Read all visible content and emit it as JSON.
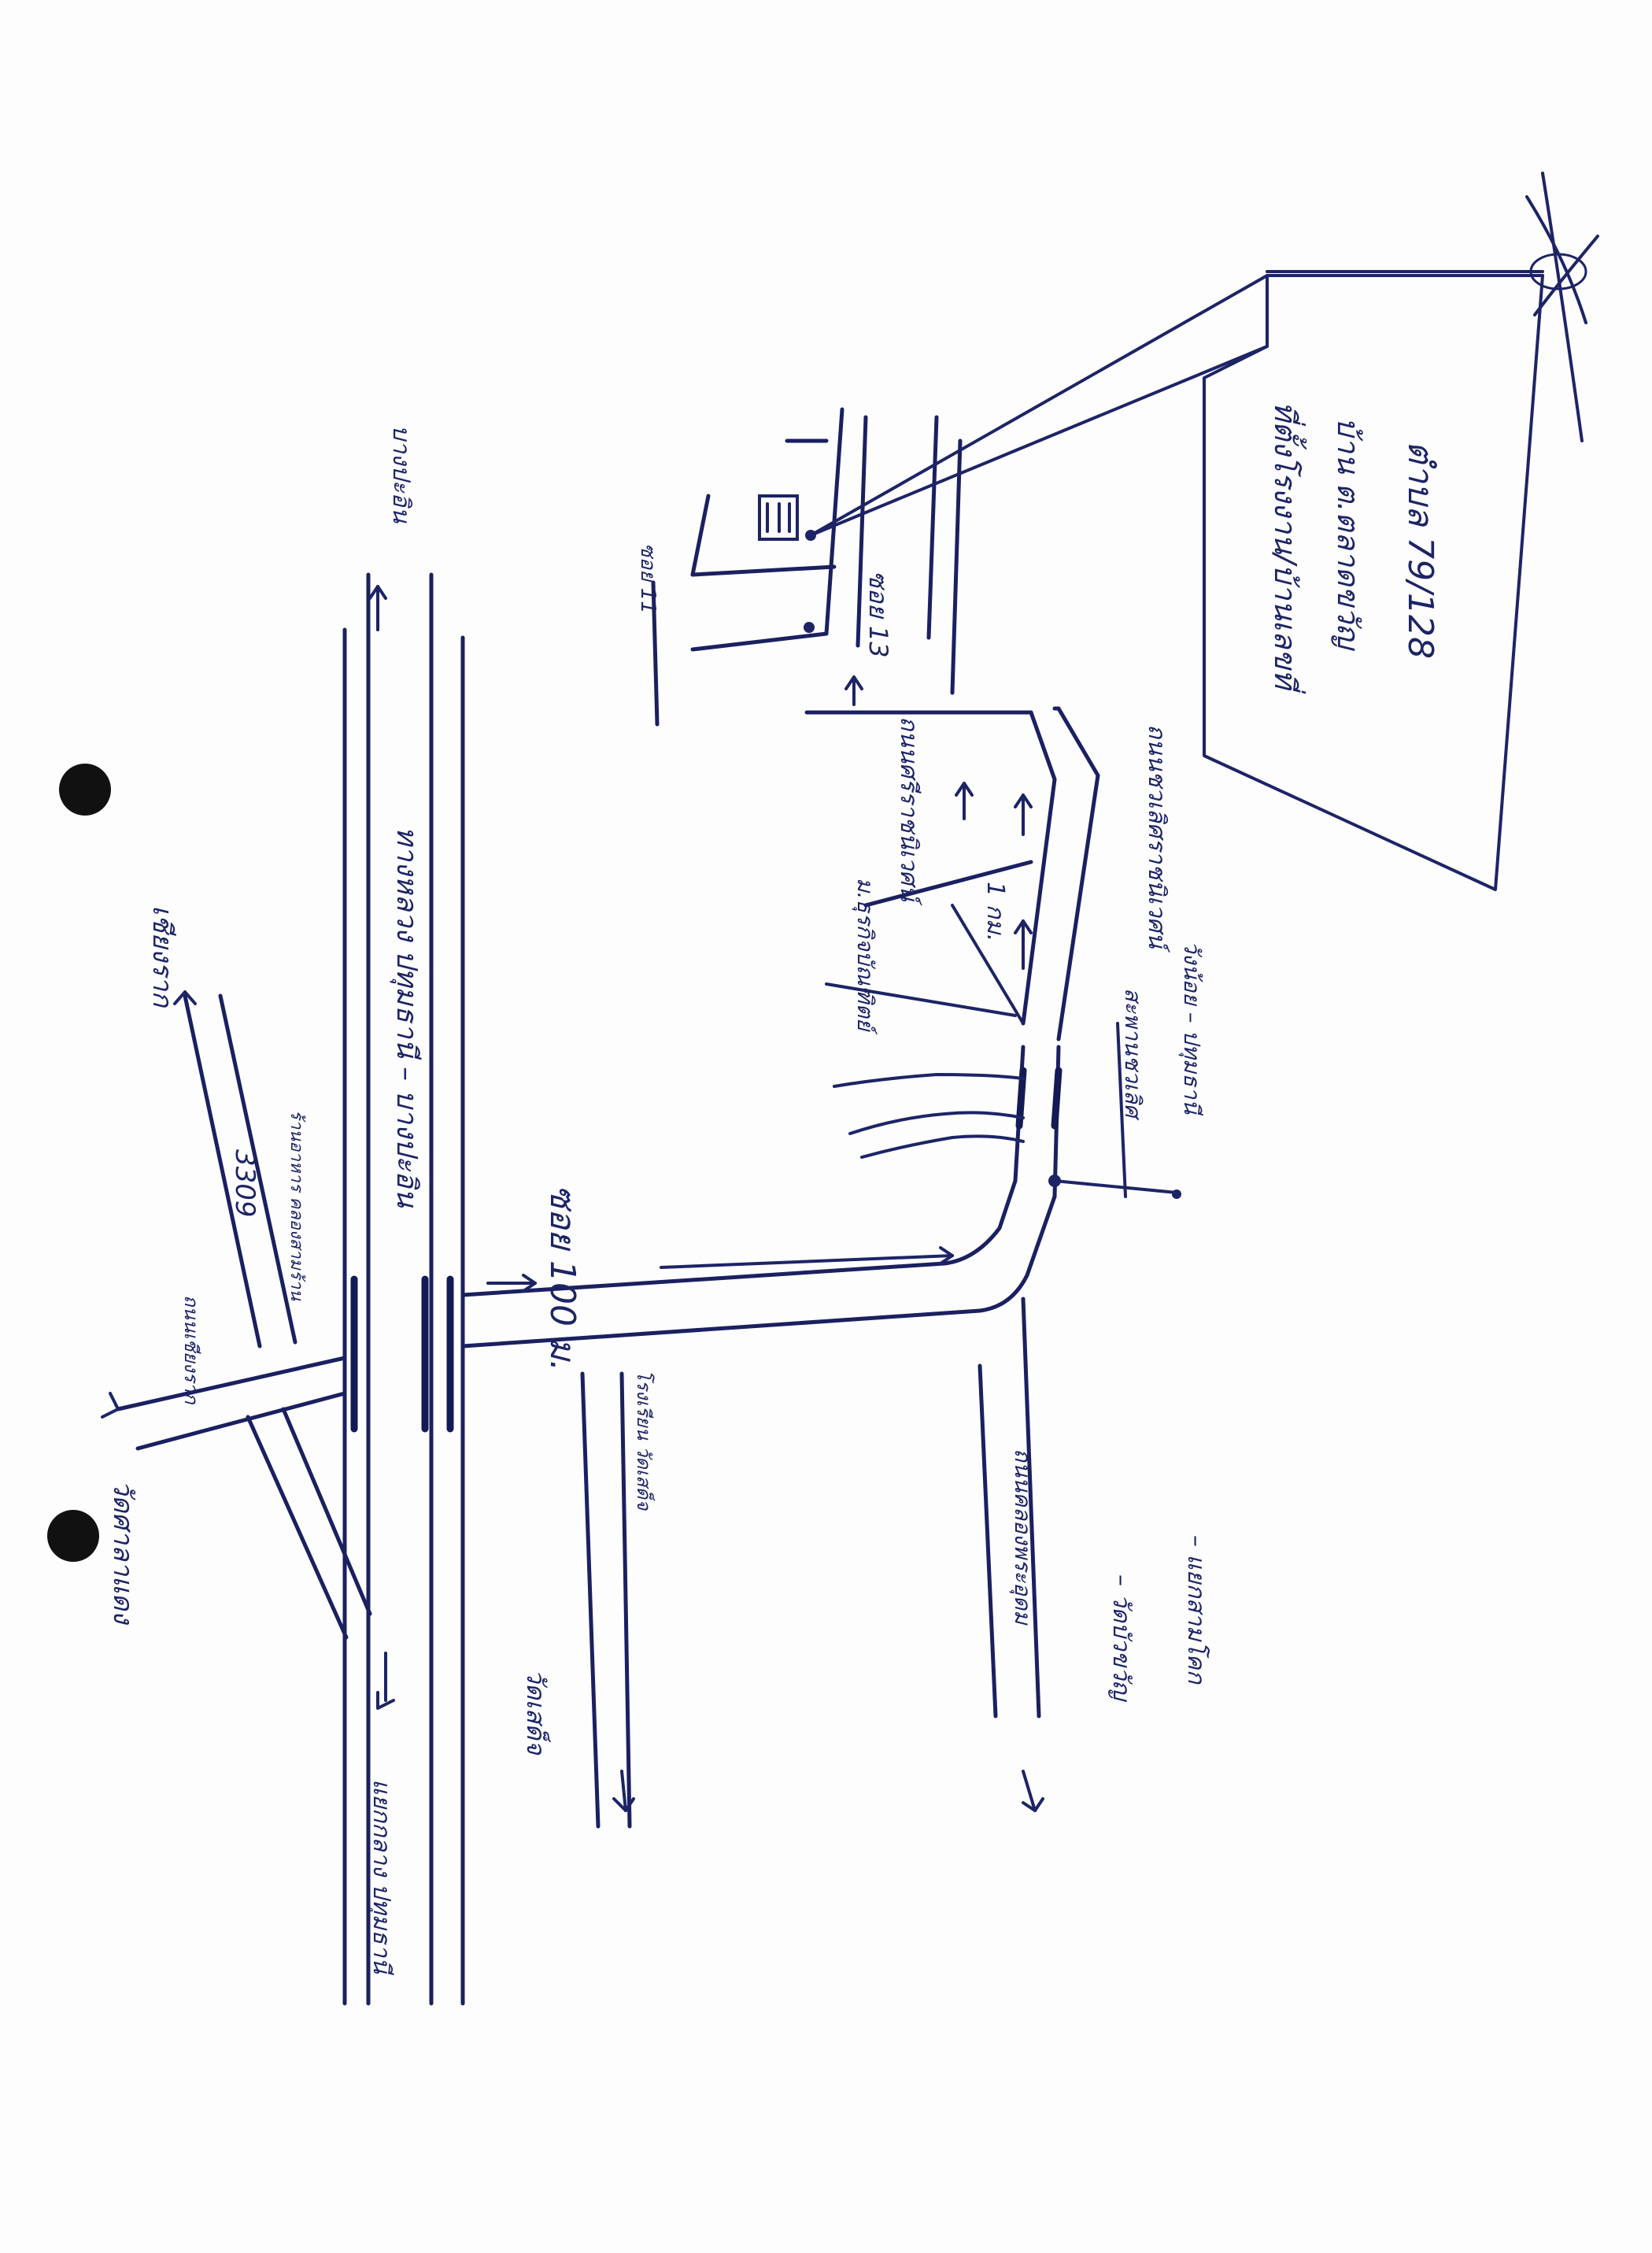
{
  "map": {
    "labels": {
      "wat_sala": "วัดศาลาแดง",
      "chiang_rak": "เชียงราก",
      "road_3309": "3309",
      "road_junction": "ถนนเชียงราก",
      "restaurant": "ร้านอาหาร คลองสามร้าน",
      "main_highway": "ทางหลวง ปทุมธานี – บางปะอิน",
      "bang_pa_in": "บางปะอิน",
      "soi_100": "ซอย 100 ม.",
      "school": "โรงเรียน วัดเสด็จ",
      "wat_sadet": "วัดเสด็จ",
      "khlong_phra_udom": "ถนนคลองพระอุดม",
      "sam_khok_1": "– วัดบัวขวัญ",
      "sam_khok_2": "– แยกสามโคก",
      "bridge": "สะพานชวเลิศ",
      "wat_bridge": "วังน้อย – ปทุมธานี",
      "road_mahachai": "ถนนชวเลิศราชนิเวศน์",
      "road_mahachai2": "ถนนศรีราชนิเวศน์",
      "school2": "ม.ธุรกิจบัณฑิตย์",
      "one_km": "1 กม.",
      "soi_13": "ซอย 13",
      "soi_top": "ซอย 11",
      "pathum_junction": "แยกกลาง ปทุมธานี",
      "house_line1": "ที่ตั้งโรงงาน/บ้านเลขที่",
      "house_line2": "บ้าน ต.ตลาดขวัญ",
      "house_line3": "ตำบล 79/128"
    },
    "icons": [
      "house-icon",
      "compass-icon",
      "arrow-icon",
      "punch-hole-icon",
      "map-pin-icon"
    ],
    "colors": {
      "ink": "#1d2466",
      "paper": "#fdfdfd"
    }
  }
}
